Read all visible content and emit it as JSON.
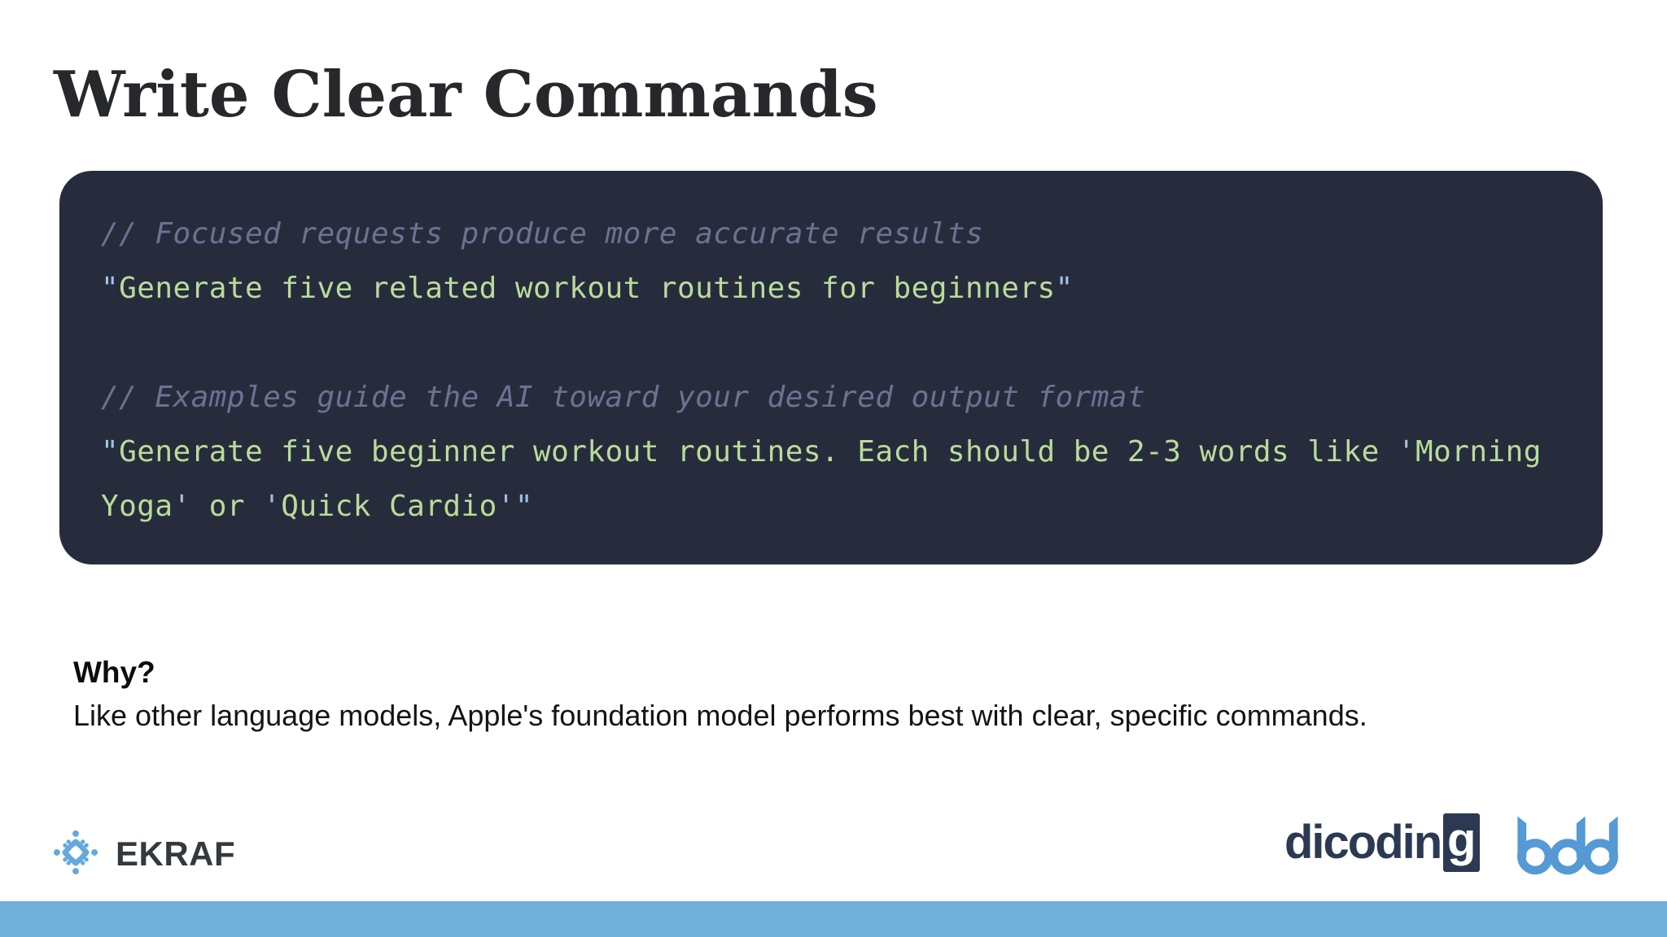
{
  "title": "Write Clear Commands",
  "code": {
    "lines": [
      {
        "type": "comment",
        "text": "// Focused requests produce more accurate results"
      },
      {
        "type": "string",
        "text": "\"Generate five related workout routines for beginners\""
      },
      {
        "type": "blank",
        "text": ""
      },
      {
        "type": "comment",
        "text": "// Examples guide the AI toward your desired output format"
      },
      {
        "type": "string",
        "text": "\"Generate five beginner workout routines. Each should be 2-3 words like 'Morning Yoga' or 'Quick Cardio'\""
      }
    ]
  },
  "why": {
    "heading": "Why?",
    "body": "Like other language models, Apple's foundation model performs best with clear, specific commands."
  },
  "footer": {
    "ekraf": {
      "label": "EKRAF",
      "icon": "ekraf-snowflake-icon"
    },
    "dicoding": {
      "prefix": "dicodin",
      "suffix": "g"
    },
    "bdd": {
      "label": "bdd",
      "icon": "bdd-wordmark-icon"
    }
  },
  "colors": {
    "title_color": "#26282c",
    "code_background": "#272c3d",
    "code_comment": "#6c7290",
    "code_string": "#b9dc99",
    "code_quote": "#a3c2e2",
    "bottom_bar": "#6fafda",
    "ekraf_blue": "#64a8dd",
    "dicoding_navy": "#2b3a52",
    "bdd_blue": "#5599d5"
  }
}
